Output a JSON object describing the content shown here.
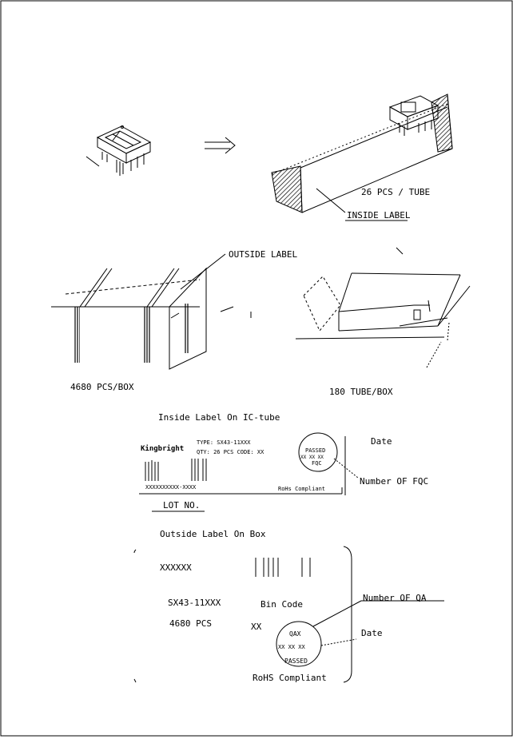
{
  "packing": {
    "tube_qty": "26 PCS / TUBE",
    "inside_label": "INSIDE LABEL",
    "outside_label": "OUTSIDE LABEL",
    "box_qty": "4680 PCS/BOX",
    "tube_box": "180 TUBE/BOX"
  },
  "inside_label_section": {
    "title": "Inside Label On IC-tube",
    "brand": "Kingbright",
    "type_line": "TYPE: SX43-11XXX",
    "qty_line": "QTY: 26 PCS   CODE: XX",
    "barcode_text": "XXXXXXXXXX-XXXX",
    "stamp_top": "PASSED",
    "stamp_mid": "XX   XX   XX",
    "stamp_bottom": "FQC",
    "rohs": "RoHs Compliant",
    "date": "Date",
    "number_fqc": "Number OF FQC",
    "lot_no": "LOT NO."
  },
  "outside_label_section": {
    "title": "Outside Label On Box",
    "code": "XXXXXX",
    "part": "SX43-11XXX",
    "bin_code": "Bin Code",
    "qty": "4680 PCS",
    "xx": "XX",
    "stamp_top": "QAX",
    "stamp_mid": "XX   XX   XX",
    "stamp_bottom": "PASSED",
    "rohs": "RoHS Compliant",
    "number_qa": "Number OF QA",
    "date": "Date"
  }
}
